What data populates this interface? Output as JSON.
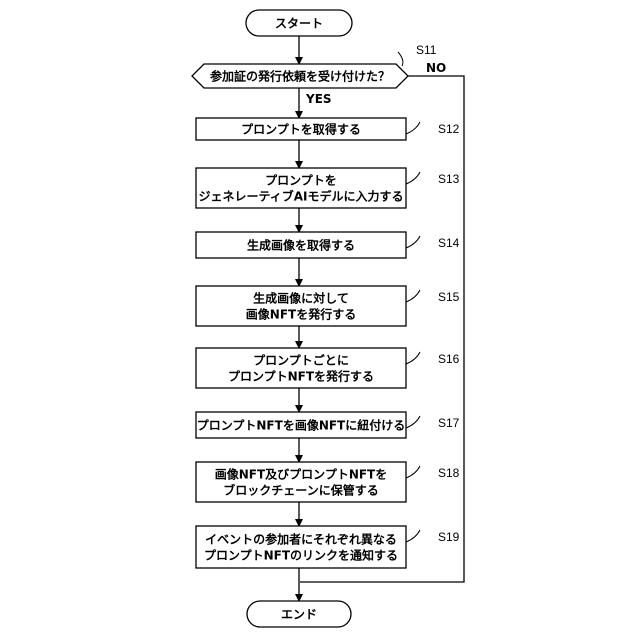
{
  "start": "スタート",
  "end": "エンド",
  "decision": {
    "text": "参加証の発行依頼を受け付けた？",
    "step": "S11",
    "yes_label": "YES",
    "no_label": "NO"
  },
  "steps": [
    {
      "step": "S12",
      "lines": [
        "プロンプトを取得する"
      ]
    },
    {
      "step": "S13",
      "lines": [
        "プロンプトを",
        "ジェネレーティブAIモデルに入力する"
      ]
    },
    {
      "step": "S14",
      "lines": [
        "生成画像を取得する"
      ]
    },
    {
      "step": "S15",
      "lines": [
        "生成画像に対して",
        "画像NFTを発行する"
      ]
    },
    {
      "step": "S16",
      "lines": [
        "プロンプトごとに",
        "プロンプトNFTを発行する"
      ]
    },
    {
      "step": "S17",
      "lines": [
        "プロンプトNFTを画像NFTに紐付ける"
      ]
    },
    {
      "step": "S18",
      "lines": [
        "画像NFT及びプロンプトNFTを",
        "ブロックチェーンに保管する"
      ]
    },
    {
      "step": "S19",
      "lines": [
        "イベントの参加者にそれぞれ異なる",
        "プロンプトNFTのリンクを通知する"
      ]
    }
  ]
}
